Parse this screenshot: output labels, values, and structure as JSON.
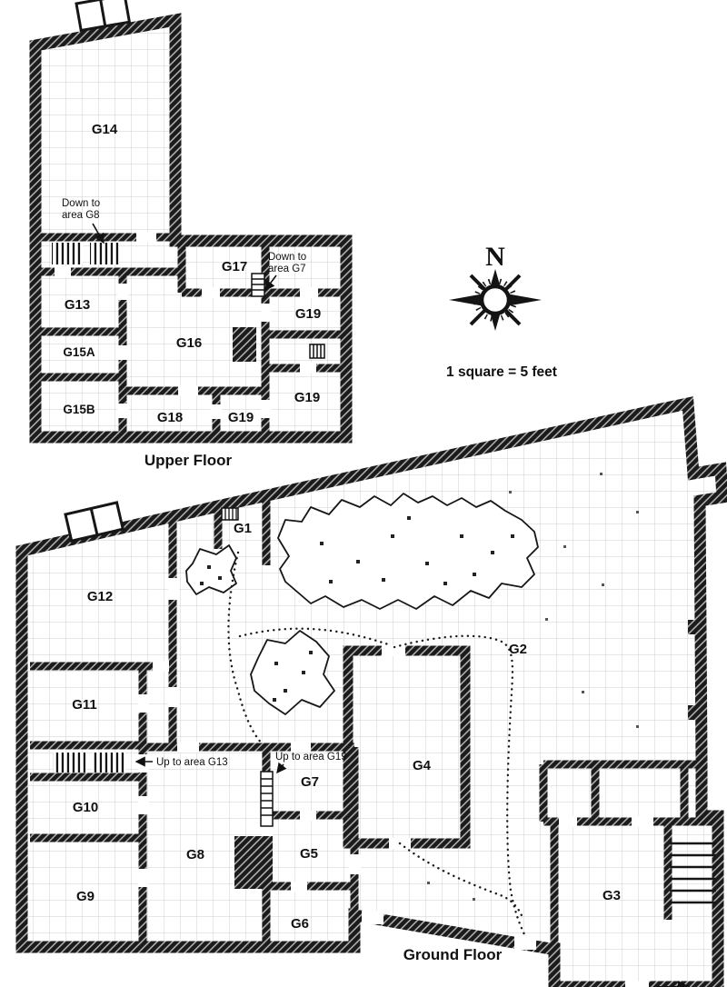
{
  "map": {
    "scale_note": "1 square = 5 feet",
    "compass": {
      "north_label": "N"
    },
    "upper_floor": {
      "title": "Upper Floor",
      "room_labels": {
        "g13": "G13",
        "g14": "G14",
        "g15a": "G15A",
        "g15b": "G15B",
        "g16": "G16",
        "g17": "G17",
        "g18": "G18",
        "g19": "G19"
      },
      "annotations": {
        "down_g8": {
          "line1": "Down to",
          "line2": "area G8"
        },
        "down_g7": {
          "line1": "Down to",
          "line2": "area G7"
        }
      }
    },
    "ground_floor": {
      "title": "Ground Floor",
      "room_labels": {
        "g1": "G1",
        "g2": "G2",
        "g3": "G3",
        "g4": "G4",
        "g5": "G5",
        "g6": "G6",
        "g7": "G7",
        "g8": "G8",
        "g9": "G9",
        "g10": "G10",
        "g11": "G11",
        "g12": "G12"
      },
      "annotations": {
        "up_g13": "Up to area G13",
        "up_g19": "Up to area G19"
      }
    }
  }
}
